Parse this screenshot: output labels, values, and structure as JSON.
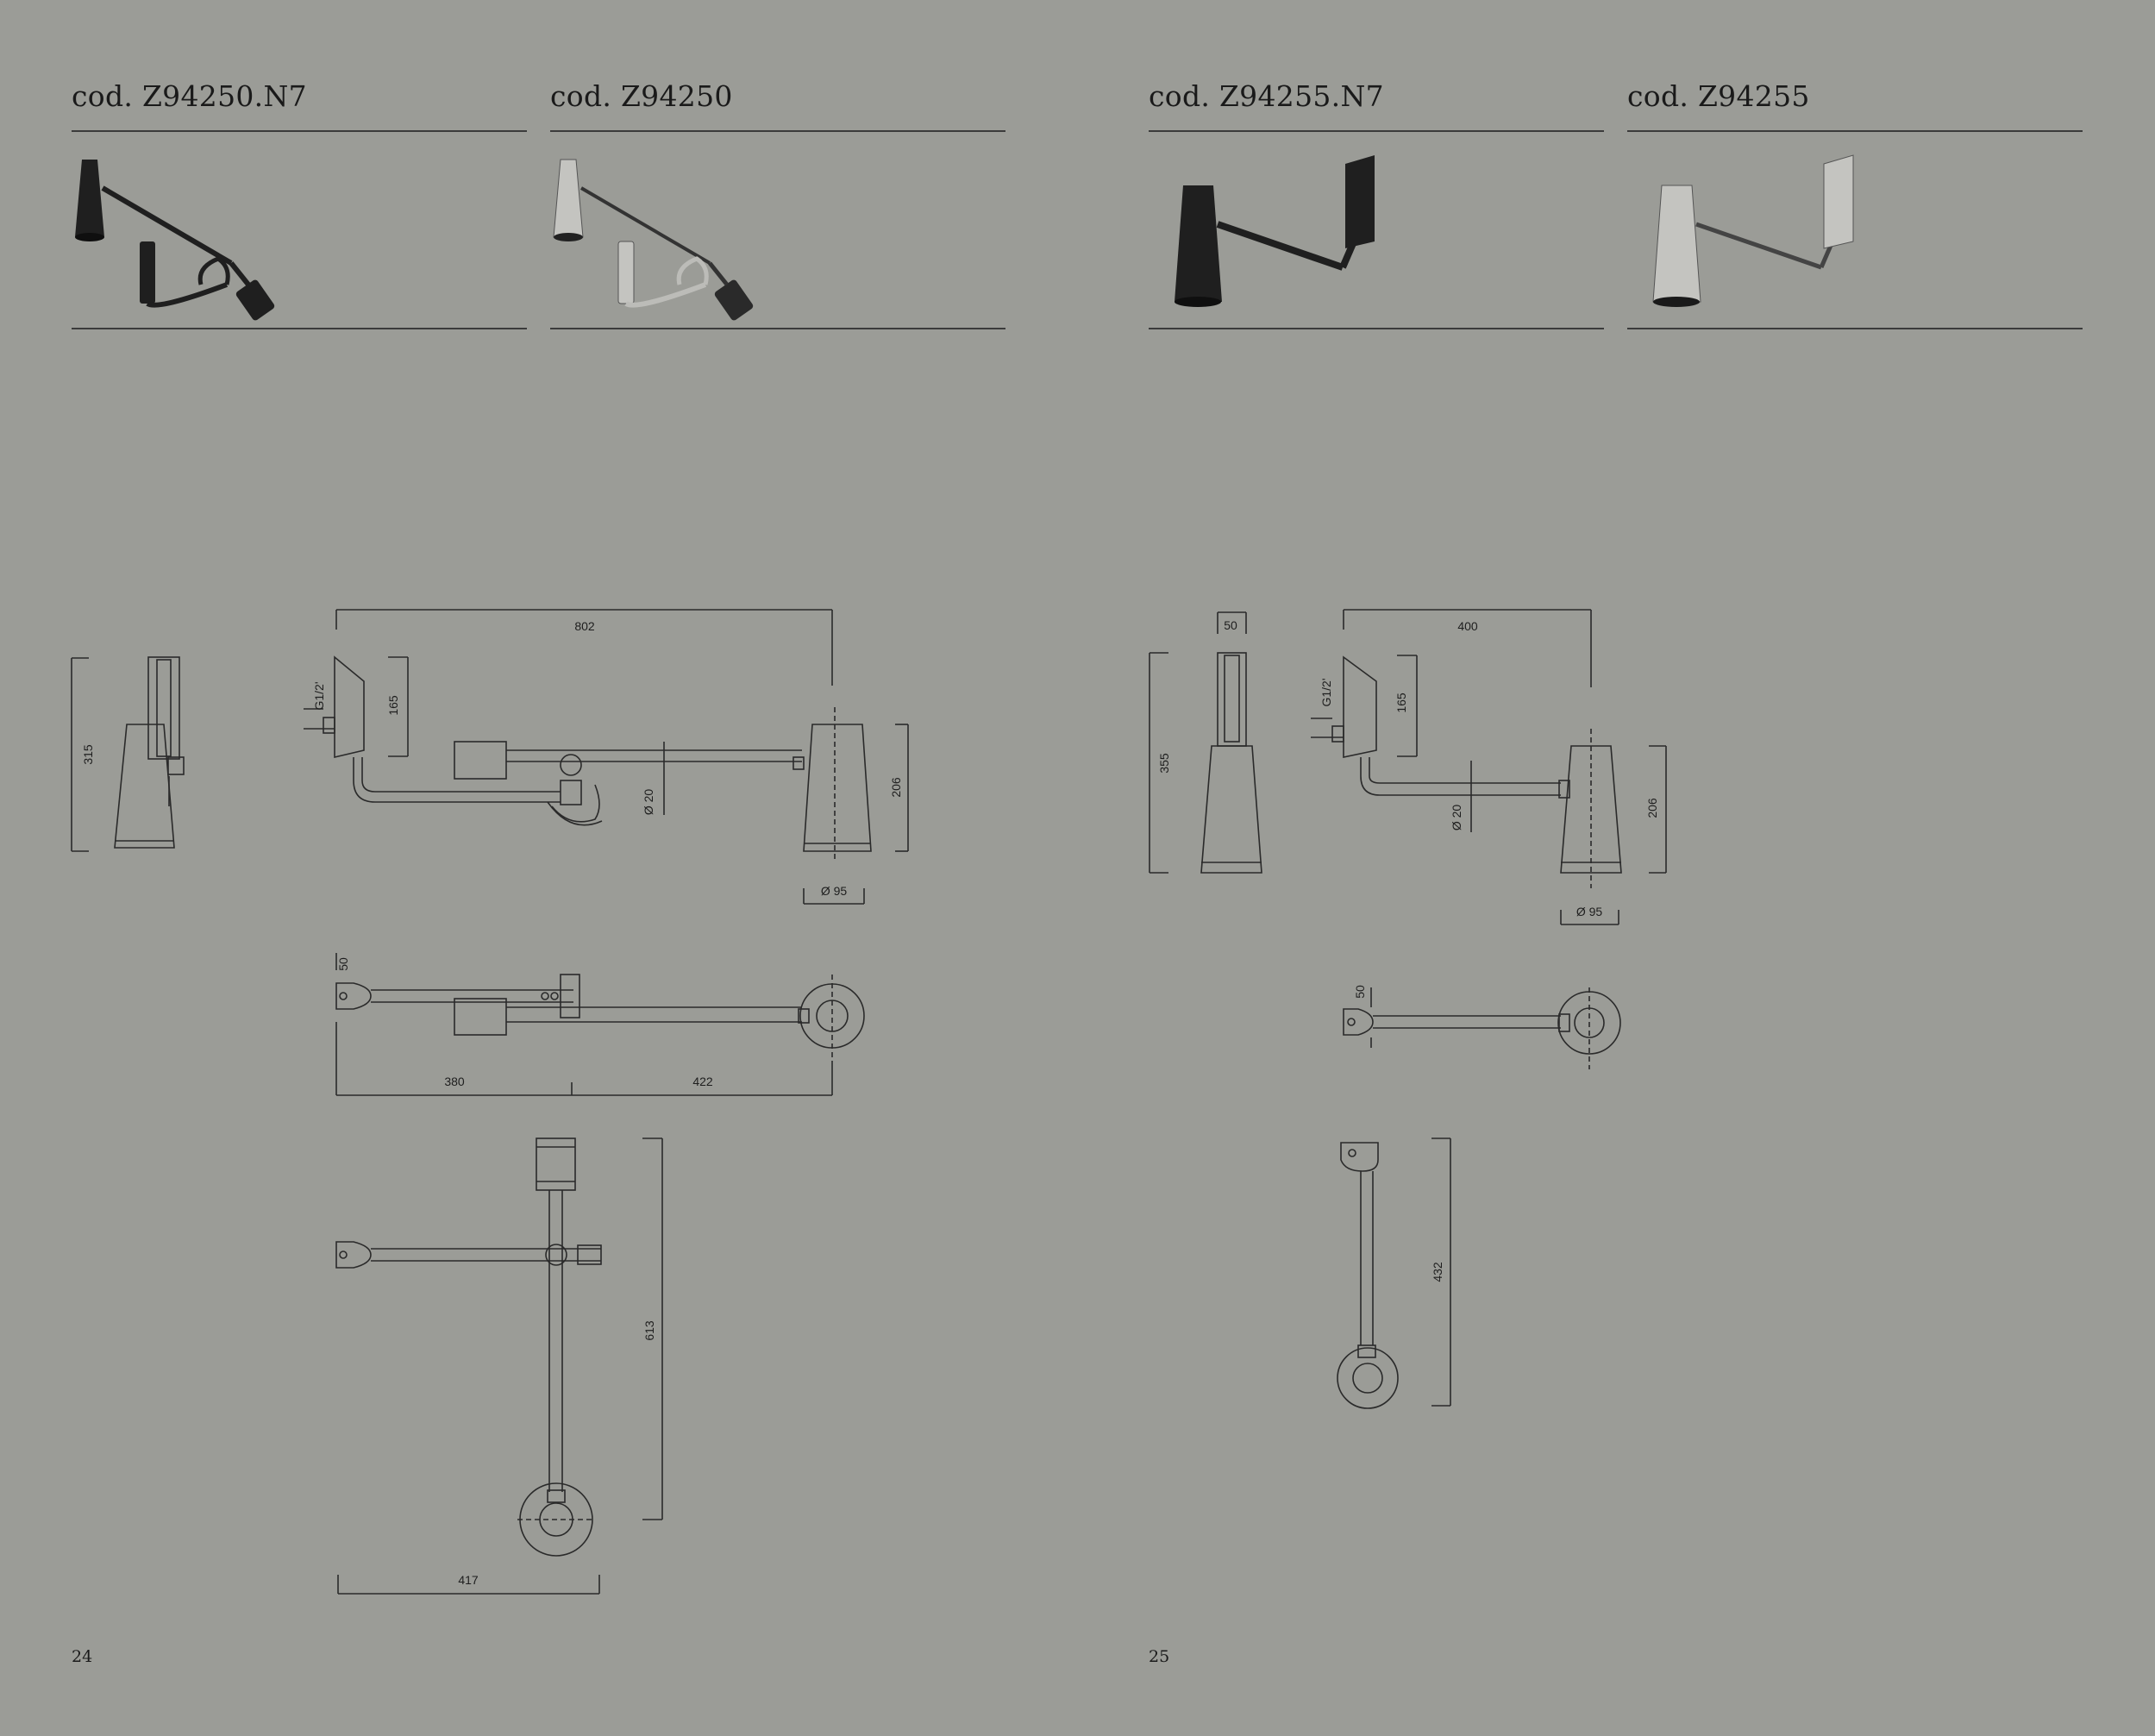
{
  "pages": [
    {
      "number": "24",
      "products": [
        {
          "code": "cod. Z94250.N7",
          "finish": "black"
        },
        {
          "code": "cod. Z94250",
          "finish": "chrome"
        }
      ],
      "dimensions": {
        "side_height": "315",
        "overall_length": "802",
        "wall_plate_height": "165",
        "connection": "G1/2'",
        "arm_diameter": "Ø 20",
        "head_height": "206",
        "head_diameter": "Ø 95",
        "wall_depth": "50",
        "segment_1": "380",
        "segment_2": "422",
        "folded_length": "613",
        "folded_width": "417"
      }
    },
    {
      "number": "25",
      "products": [
        {
          "code": "cod. Z94255.N7",
          "finish": "black"
        },
        {
          "code": "cod. Z94255",
          "finish": "chrome"
        }
      ],
      "dimensions": {
        "plate_width": "50",
        "side_height": "355",
        "overall_length": "400",
        "wall_plate_height": "165",
        "connection": "G1/2'",
        "arm_diameter": "Ø 20",
        "head_height": "206",
        "head_diameter": "Ø 95",
        "wall_depth": "50",
        "folded_length": "432"
      }
    }
  ],
  "colors": {
    "background": "#9b9c97",
    "line": "#2a2a2a",
    "black_finish": "#1f1f1f",
    "chrome_finish": "#b9b9b5"
  }
}
